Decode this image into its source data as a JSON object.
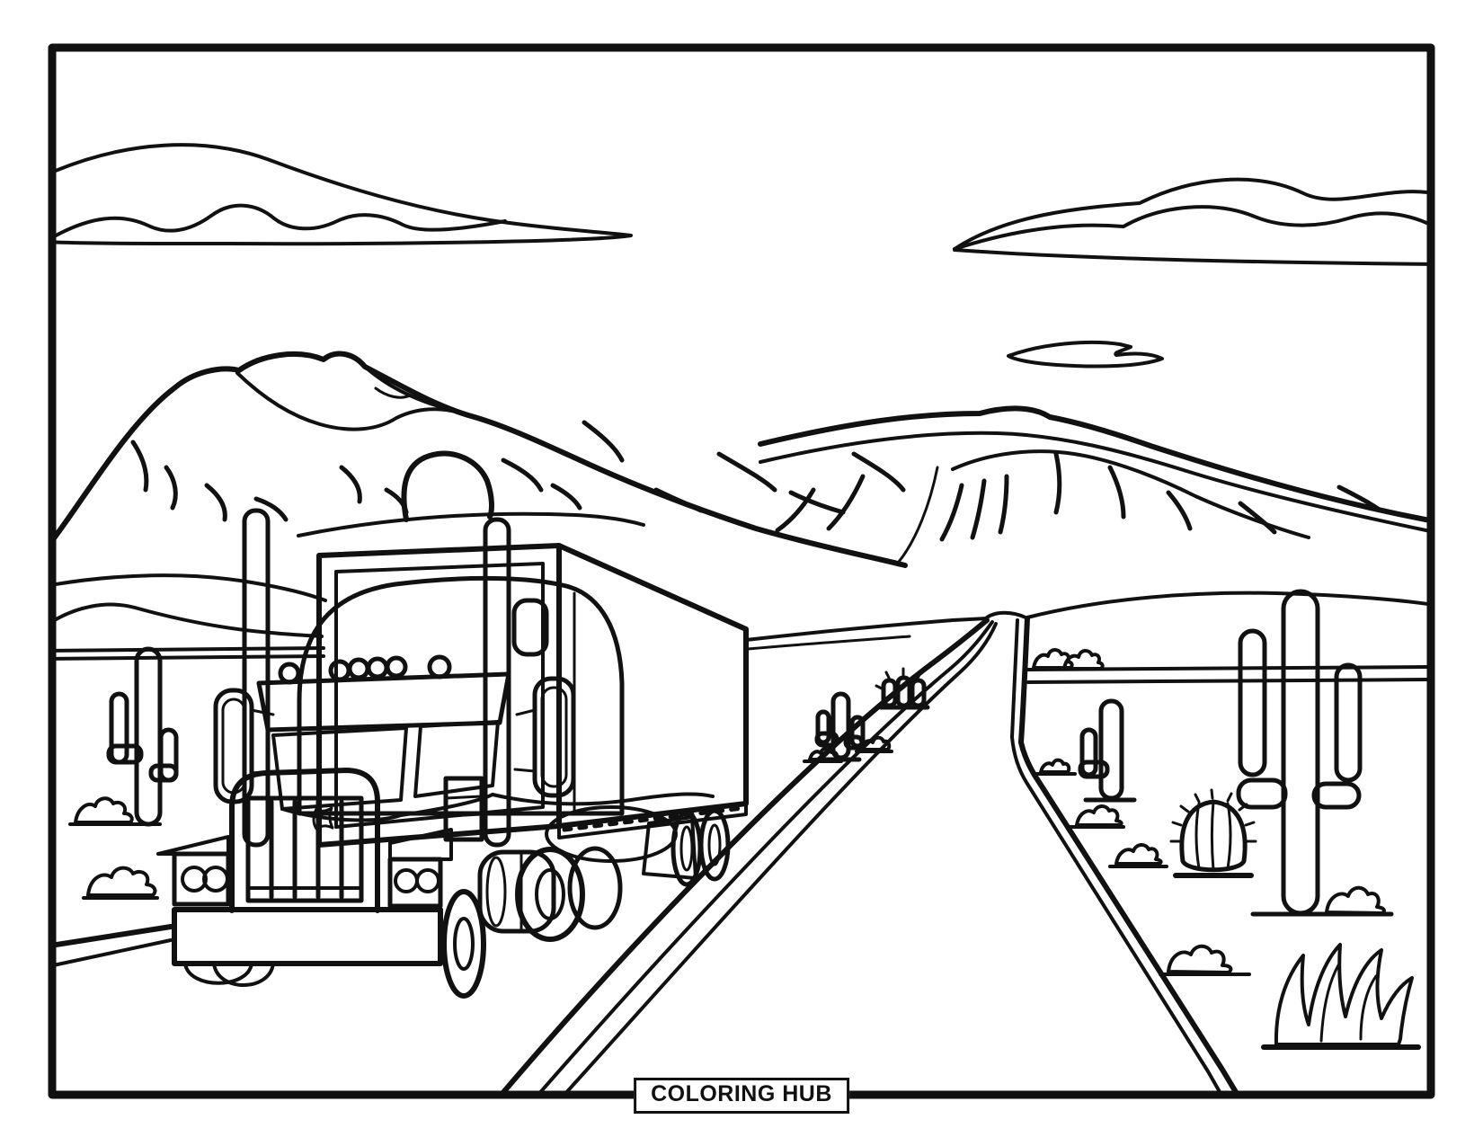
{
  "page": {
    "kind": "coloring-book page",
    "footer_label": "COLORING HUB",
    "ink_color": "#111111",
    "paper_color": "#ffffff"
  },
  "scene": {
    "subject": "Semi truck with box trailer driving toward viewer on a divided desert highway",
    "background": [
      "outlined clouds",
      "two mountain ranges with texture lines",
      "sun behind ridge",
      "rolling foothills"
    ],
    "foreground": [
      "saguaro cacti",
      "barrel cacti",
      "desert bushes",
      "spiky agave plant",
      "road edge and center stripes"
    ]
  }
}
